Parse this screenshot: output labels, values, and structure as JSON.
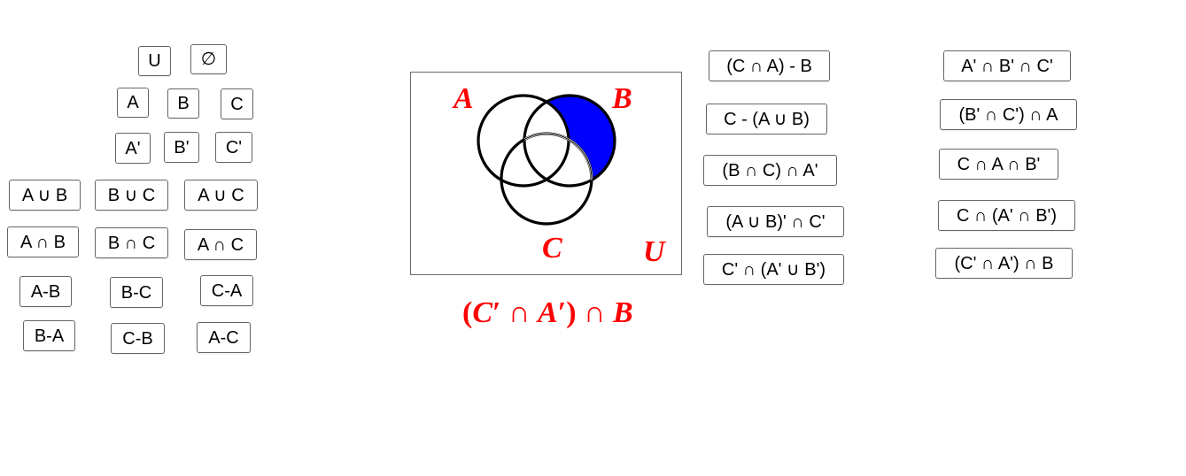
{
  "basic_sets": {
    "universe": "U",
    "empty": "∅",
    "a": "A",
    "b": "B",
    "c": "C",
    "a_comp": "A'",
    "b_comp": "B'",
    "c_comp": "C'"
  },
  "unions": [
    "A ∪ B",
    "B ∪ C",
    "A ∪ C"
  ],
  "intersections": [
    "A ∩ B",
    "B ∩ C",
    "A ∩ C"
  ],
  "differences_row1": [
    "A-B",
    "B-C",
    "C-A"
  ],
  "differences_row2": [
    "B-A",
    "C-B",
    "A-C"
  ],
  "compound_col1": [
    "(C ∩ A) - B",
    "C - (A ∪ B)",
    "(B ∩ C) ∩ A'",
    "(A ∪ B)' ∩ C'",
    "C' ∩ (A' ∪ B')"
  ],
  "compound_col2": [
    "A' ∩ B' ∩ C'",
    "(B' ∩ C') ∩ A",
    "C ∩ A ∩ B'",
    "C ∩ (A' ∩ B')",
    "(C' ∩ A') ∩ B"
  ],
  "venn": {
    "label_a": "A",
    "label_b": "B",
    "label_c": "C",
    "label_u": "U",
    "shaded_region": "(C' ∩ A') ∩ B",
    "shade_color": "#0000ff",
    "label_color": "#ff0000"
  },
  "formula": {
    "open_paren": "(",
    "c": "C",
    "prime1": "′",
    "cap1": " ∩ ",
    "a": "A",
    "prime2": "′",
    "close_paren": ")",
    "cap2": " ∩ ",
    "b": "B"
  }
}
